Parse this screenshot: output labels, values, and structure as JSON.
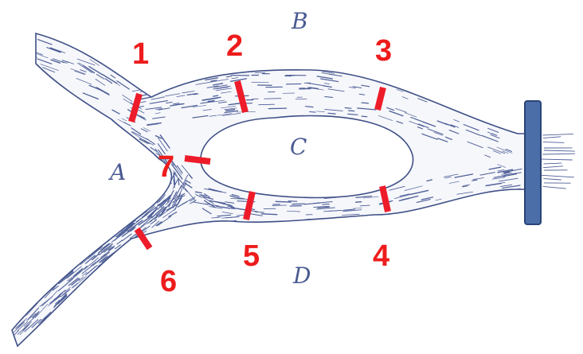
{
  "colors": {
    "band_fill": "#f6f7fb",
    "band_outline": "#3e4f86",
    "fiber": "#4e5f97",
    "cut_marker": "#ee1c2a",
    "number_label": "#ee1c1c",
    "region_label": "#4a5a92",
    "end_bar_fill": "#4c6ea8",
    "end_bar_stroke": "#2a4477"
  },
  "region_labels": [
    "B",
    "A",
    "C",
    "D"
  ],
  "cut_labels": [
    "1",
    "2",
    "3",
    "4",
    "5",
    "6",
    "7"
  ]
}
